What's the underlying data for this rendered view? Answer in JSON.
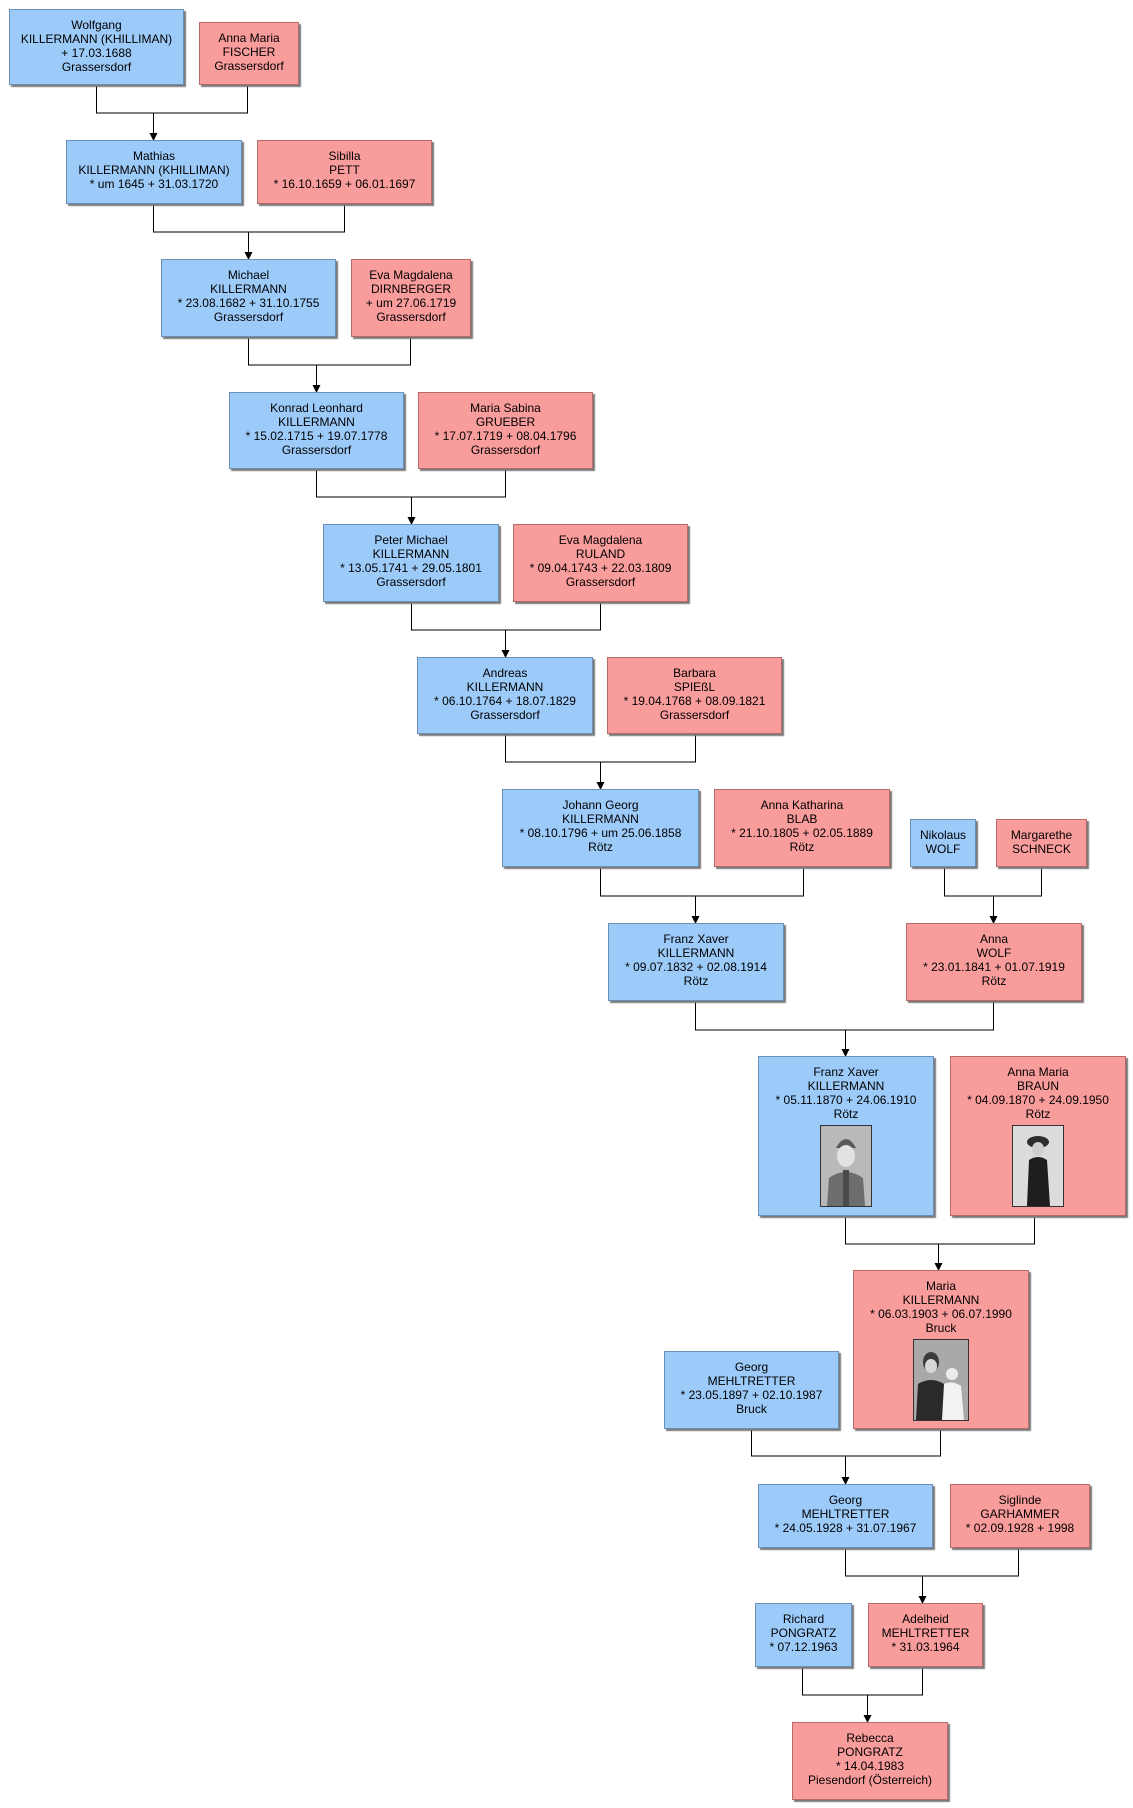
{
  "colors": {
    "male": "#9ccaf9",
    "female": "#f99c9c",
    "line": "#000000"
  },
  "persons": {
    "wolfgang": [
      "Wolfgang",
      "KILLERMANN (KHILLIMAN)",
      "+ 17.03.1688",
      "Grassersdorf"
    ],
    "anna_maria_fischer": [
      "Anna Maria",
      "FISCHER",
      "Grassersdorf"
    ],
    "mathias": [
      "Mathias",
      "KILLERMANN (KHILLIMAN)",
      "* um 1645  + 31.03.1720"
    ],
    "sibilla": [
      "Sibilla",
      "PETT",
      "* 16.10.1659  + 06.01.1697"
    ],
    "michael": [
      "Michael",
      "KILLERMANN",
      "* 23.08.1682  + 31.10.1755",
      "Grassersdorf"
    ],
    "eva_dirnberger": [
      "Eva Magdalena",
      "DIRNBERGER",
      "+ um 27.06.1719",
      "Grassersdorf"
    ],
    "konrad": [
      "Konrad Leonhard",
      "KILLERMANN",
      "* 15.02.1715  + 19.07.1778",
      "Grassersdorf"
    ],
    "maria_sabina": [
      "Maria Sabina",
      "GRUEBER",
      "* 17.07.1719  + 08.04.1796",
      "Grassersdorf"
    ],
    "peter_michael": [
      "Peter Michael",
      "KILLERMANN",
      "* 13.05.1741  + 29.05.1801",
      "Grassersdorf"
    ],
    "eva_ruland": [
      "Eva Magdalena",
      "RULAND",
      "* 09.04.1743  + 22.03.1809",
      "Grassersdorf"
    ],
    "andreas": [
      "Andreas",
      "KILLERMANN",
      "* 06.10.1764  + 18.07.1829",
      "Grassersdorf"
    ],
    "barbara": [
      "Barbara",
      "SPIEßL",
      "* 19.04.1768  + 08.09.1821",
      "Grassersdorf"
    ],
    "johann_georg": [
      "Johann Georg",
      "KILLERMANN",
      "* 08.10.1796  + um 25.06.1858",
      "Rötz"
    ],
    "anna_katharina": [
      "Anna Katharina",
      "BLAB",
      "* 21.10.1805  + 02.05.1889",
      "Rötz"
    ],
    "nikolaus": [
      "Nikolaus",
      "WOLF"
    ],
    "margarethe": [
      "Margarethe",
      "SCHNECK"
    ],
    "franz_xaver_1832": [
      "Franz Xaver",
      "KILLERMANN",
      "* 09.07.1832  + 02.08.1914",
      "Rötz"
    ],
    "anna_wolf": [
      "Anna",
      "WOLF",
      "* 23.01.1841  + 01.07.1919",
      "Rötz"
    ],
    "franz_xaver_1870": [
      "Franz Xaver",
      "KILLERMANN",
      "* 05.11.1870  + 24.06.1910",
      "Rötz"
    ],
    "anna_maria_braun": [
      "Anna Maria",
      "BRAUN",
      "* 04.09.1870  + 24.09.1950",
      "Rötz"
    ],
    "maria": [
      "Maria",
      "KILLERMANN",
      "* 06.03.1903  + 06.07.1990",
      "Bruck"
    ],
    "georg_1897": [
      "Georg",
      "MEHLTRETTER",
      "* 23.05.1897  + 02.10.1987",
      "Bruck"
    ],
    "georg_1928": [
      "Georg",
      "MEHLTRETTER",
      "* 24.05.1928  + 31.07.1967"
    ],
    "siglinde": [
      "Siglinde",
      "GARHAMMER",
      "* 02.09.1928  + 1998"
    ],
    "richard": [
      "Richard",
      "PONGRATZ",
      "* 07.12.1963"
    ],
    "adelheid": [
      "Adelheid",
      "MEHLTRETTER",
      "* 31.03.1964"
    ],
    "rebecca": [
      "Rebecca",
      "PONGRATZ",
      "* 14.04.1983",
      "Piesendorf (Österreich)"
    ]
  }
}
